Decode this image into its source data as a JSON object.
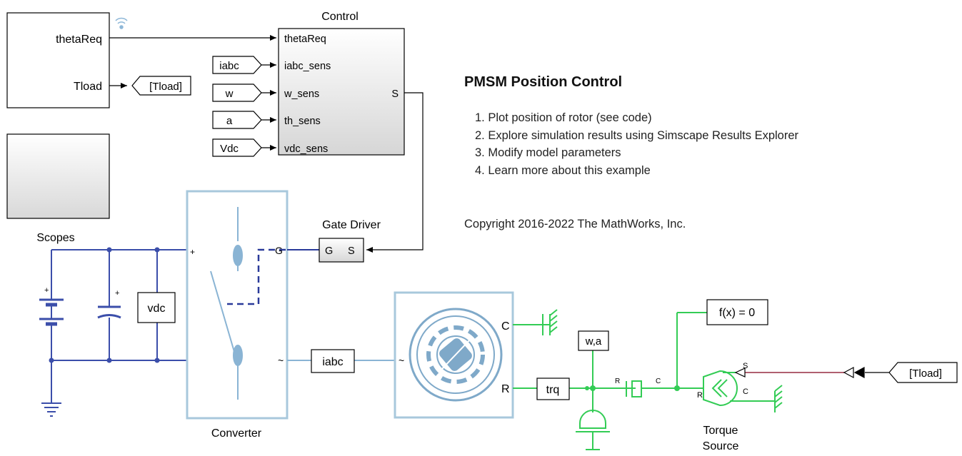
{
  "subsystem_inputs": {
    "port1": "thetaReq",
    "port2": "Tload"
  },
  "goto_tload": "[Tload]",
  "control": {
    "title": "Control",
    "inputs": [
      "thetaReq",
      "iabc_sens",
      "w_sens",
      "th_sens",
      "vdc_sens"
    ],
    "output": "S"
  },
  "from_tags": [
    "iabc",
    "w",
    "a",
    "Vdc"
  ],
  "scopes_label": "Scopes",
  "gate_driver": {
    "title": "Gate Driver",
    "in_label": "G",
    "out_label": "S"
  },
  "converter": {
    "title": "Converter",
    "gate_port": "G",
    "dc_port": "+",
    "ac_port": "~"
  },
  "sensors": {
    "vdc": "vdc",
    "iabc": "iabc",
    "trq": "trq",
    "wa": "w,a"
  },
  "motor": {
    "port_c": "C",
    "port_r": "R",
    "port_ac": "~"
  },
  "constraint": "f(x) = 0",
  "torque_source": {
    "title_line1": "Torque",
    "title_line2": "Source",
    "port_s": "S",
    "port_r": "R",
    "port_c": "C"
  },
  "sensor_ports": {
    "r": "R",
    "c": "C"
  },
  "from_tload": "[Tload]",
  "notes": {
    "title": "PMSM Position Control",
    "steps": [
      "1. Plot position of rotor (see code)",
      "2. Explore simulation results using Simscape Results Explorer",
      "3. Modify model parameters",
      "4. Learn more about this example"
    ],
    "copyright": "Copyright 2016-2022 The MathWorks, Inc."
  },
  "colors": {
    "signal": "#000000",
    "electrical": "#3b4eaa",
    "mechanical": "#33cc55",
    "physical_signal": "#b06070",
    "converter_border": "#a8c8dc"
  }
}
